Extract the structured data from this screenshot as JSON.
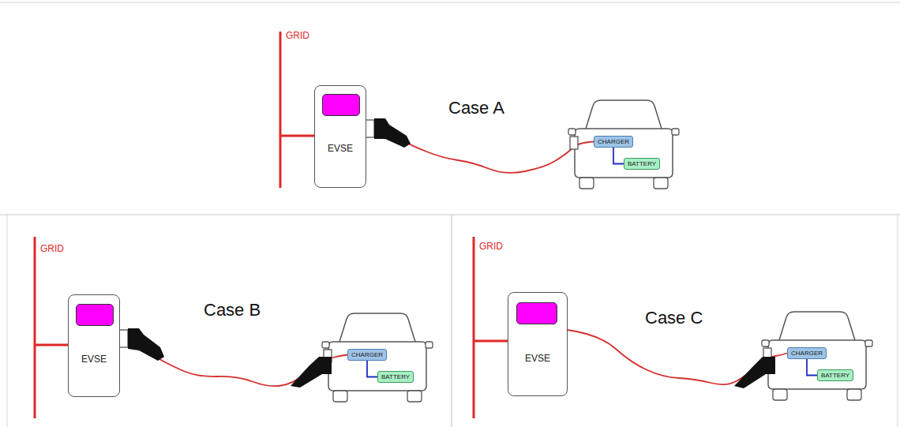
{
  "diagram": {
    "nodes": [
      {
        "text": [
          "EVSE"
        ]
      },
      {
        "text": [
          "CHARGER"
        ]
      },
      {
        "text": [
          "BATTERY"
        ]
      },
      {
        "text": [
          "EVSE"
        ]
      },
      {
        "text": [
          "CHARGER"
        ]
      },
      {
        "text": [
          "BATTERY"
        ]
      },
      {
        "text": [
          "EVSE"
        ]
      },
      {
        "text": [
          "CHARGER"
        ]
      },
      {
        "text": [
          "BATTERY"
        ]
      }
    ],
    "edges": [
      {
        "from": 0,
        "to": 1,
        "arrow": "none"
      },
      {
        "from": 1,
        "to": 2,
        "arrow": "none"
      },
      {
        "from": 3,
        "to": 4,
        "arrow": "none"
      },
      {
        "from": 4,
        "to": 5,
        "arrow": "none"
      },
      {
        "from": 6,
        "to": 7,
        "arrow": "none"
      },
      {
        "from": 7,
        "to": 8,
        "arrow": "none"
      }
    ],
    "labels": [
      "GRID",
      "Case A",
      "GRID",
      "Case B",
      "GRID",
      "Case C"
    ]
  }
}
